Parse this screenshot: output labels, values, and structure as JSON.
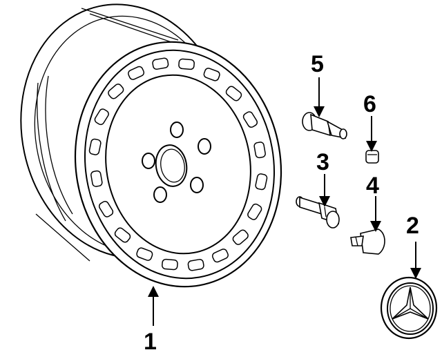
{
  "diagram": {
    "parts": [
      {
        "id": "wheel",
        "callout": "1"
      },
      {
        "id": "center-cap",
        "callout": "2"
      },
      {
        "id": "lug-bolt",
        "callout": "3"
      },
      {
        "id": "balance-weight",
        "callout": "4"
      },
      {
        "id": "valve-stem",
        "callout": "5"
      },
      {
        "id": "valve-cap",
        "callout": "6"
      }
    ],
    "colors": {
      "line": "#000000",
      "background": "#ffffff"
    }
  }
}
